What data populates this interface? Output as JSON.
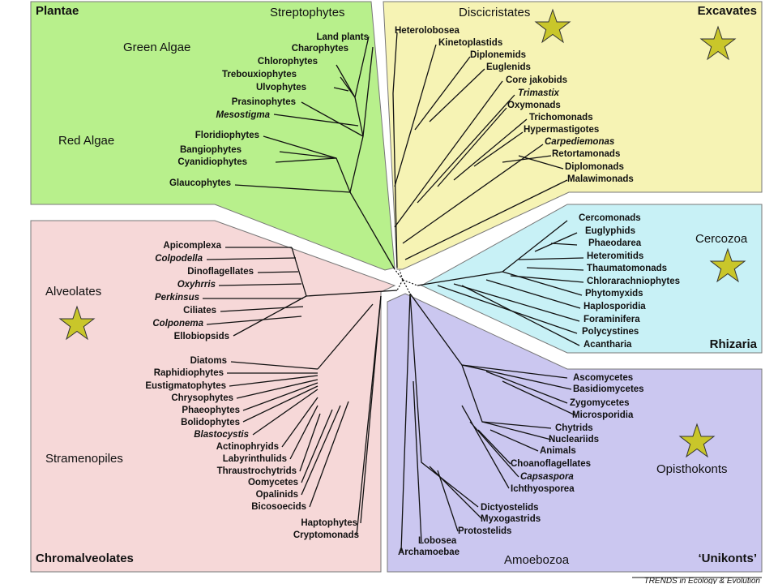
{
  "colors": {
    "plantae_bg": "#b8f08c",
    "excavates_bg": "#f6f3b4",
    "rhizaria_bg": "#c8f1f6",
    "chromalveolates_bg": "#f6d8d8",
    "unikonts_bg": "#cbc7f0",
    "star": "#c9c62a"
  },
  "supergroups": {
    "plantae": "Plantae",
    "excavates": "Excavates",
    "rhizaria": "Rhizaria",
    "chromalveolates": "Chromalveolates",
    "unikonts": "‘Unikonts’"
  },
  "groups": {
    "streptophytes": "Streptophytes",
    "green_algae": "Green Algae",
    "red_algae": "Red Algae",
    "discicristates": "Discicristates",
    "cercozoa": "Cercozoa",
    "alveolates": "Alveolates",
    "stramenopiles": "Stramenopiles",
    "opisthokonts": "Opisthokonts",
    "amoebozoa": "Amoebozoa"
  },
  "taxa": {
    "plantae": [
      "Land plants",
      "Charophytes",
      "Chlorophytes",
      "Trebouxiophytes",
      "Ulvophytes",
      "Prasinophytes",
      "Mesostigma",
      "Floridiophytes",
      "Bangiophytes",
      "Cyanidiophytes",
      "Glaucophytes"
    ],
    "excavates": [
      "Heterolobosea",
      "Kinetoplastids",
      "Diplonemids",
      "Euglenids",
      "Core jakobids",
      "Trimastix",
      "Oxymonads",
      "Trichomonads",
      "Hypermastigotes",
      "Carpediemonas",
      "Retortamonads",
      "Diplomonads",
      "Malawimonads"
    ],
    "rhizaria": [
      "Cercomonads",
      "Euglyphids",
      "Phaeodarea",
      "Heteromitids",
      "Thaumatomonads",
      "Chlorarachniophytes",
      "Phytomyxids",
      "Haplosporidia",
      "Foraminifera",
      "Polycystines",
      "Acantharia"
    ],
    "alveolates": [
      "Apicomplexa",
      "Colpodella",
      "Dinoflagellates",
      "Oxyhrris",
      "Perkinsus",
      "Ciliates",
      "Colponema",
      "Ellobiopsids"
    ],
    "stramenopiles": [
      "Diatoms",
      "Raphidiophytes",
      "Eustigmatophytes",
      "Chrysophytes",
      "Phaeophytes",
      "Bolidophytes",
      "Blastocystis",
      "Actinophryids",
      "Labyrinthulids",
      "Thraustrochytrids",
      "Oomycetes",
      "Opalinids",
      "Bicosoecids"
    ],
    "chromalveolates_other": [
      "Haptophytes",
      "Cryptomonads"
    ],
    "opisthokonts": [
      "Ascomycetes",
      "Basidiomycetes",
      "Zygomycetes",
      "Microsporidia",
      "Chytrids",
      "Nucleariids",
      "Animals",
      "Choanoflagellates",
      "Capsaspora",
      "Ichthyosporea"
    ],
    "amoebozoa": [
      "Dictyostelids",
      "Myxogastrids",
      "Protostelids",
      "Lobosea",
      "Archamoebae"
    ]
  },
  "footer": "TRENDS in Ecology & Evolution"
}
